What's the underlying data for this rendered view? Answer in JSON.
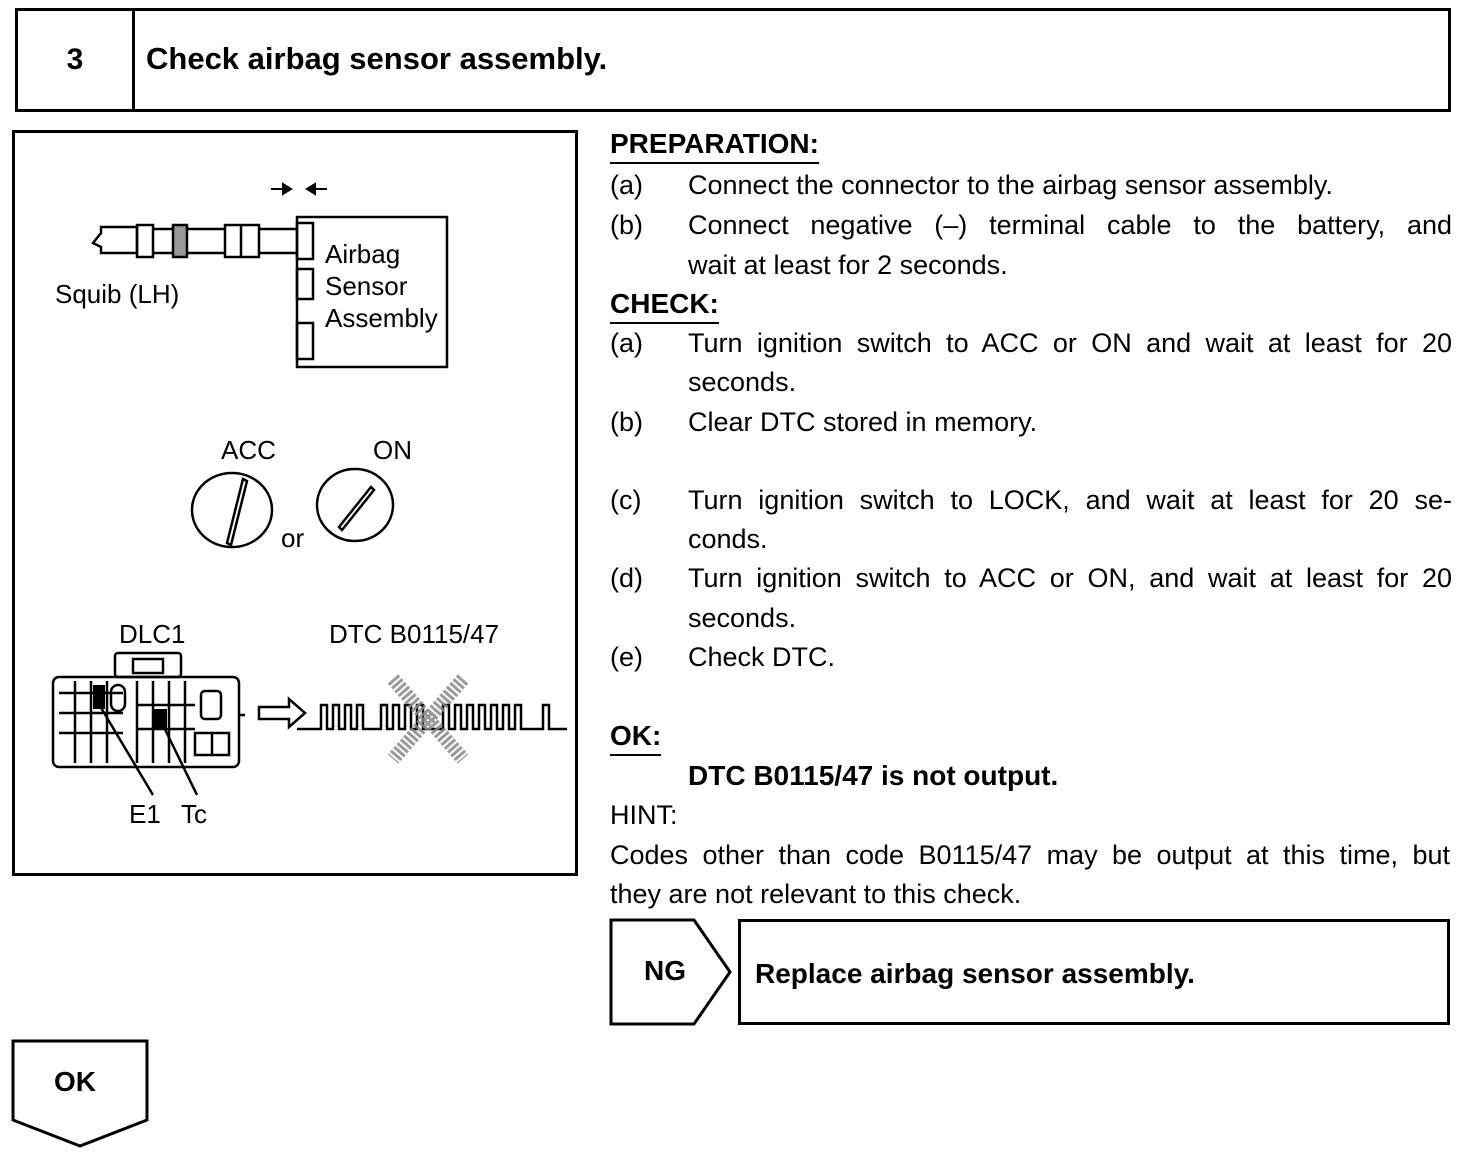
{
  "header": {
    "step_number": "3",
    "title": "Check airbag sensor assembly."
  },
  "figure": {
    "arrows": "→ ←",
    "squib_label": "Squib (LH)",
    "sensor_label_1": "Airbag",
    "sensor_label_2": "Sensor",
    "sensor_label_3": "Assembly",
    "acc_label": "ACC",
    "on_label": "ON",
    "or_label": "or",
    "dlc_label": "DLC1",
    "dtc_label": "DTC B0115/47",
    "e1_label": "E1",
    "tc_label": "Tc"
  },
  "preparation": {
    "heading": "PREPARATION:",
    "steps": [
      {
        "letter": "(a)",
        "text": "Connect the connector to the airbag sensor assembly."
      },
      {
        "letter": "(b)",
        "line1": "Connect negative (–) terminal cable to the battery, and",
        "line2": "wait at least for 2 seconds."
      }
    ]
  },
  "check": {
    "heading": "CHECK:",
    "steps": [
      {
        "letter": "(a)",
        "line1": "Turn ignition switch to ACC or ON and wait at least for 20",
        "line2": "seconds."
      },
      {
        "letter": "(b)",
        "text": "Clear DTC stored in memory."
      },
      {
        "letter": "(c)",
        "line1": "Turn ignition switch to LOCK, and wait at least for 20 se-",
        "line2": "conds."
      },
      {
        "letter": "(d)",
        "line1": "Turn ignition switch to ACC or ON, and wait at least for 20",
        "line2": "seconds."
      },
      {
        "letter": "(e)",
        "text": "Check DTC."
      }
    ]
  },
  "ok_section": {
    "heading": "OK:",
    "result": "DTC B0115/47 is not output."
  },
  "hint": {
    "label": "HINT:",
    "line1": "Codes other than code B0115/47 may be output at this time, but",
    "line2": "they are not relevant to this check."
  },
  "ng": {
    "tag": "NG",
    "action": "Replace airbag sensor assembly."
  },
  "ok_tag": "OK"
}
